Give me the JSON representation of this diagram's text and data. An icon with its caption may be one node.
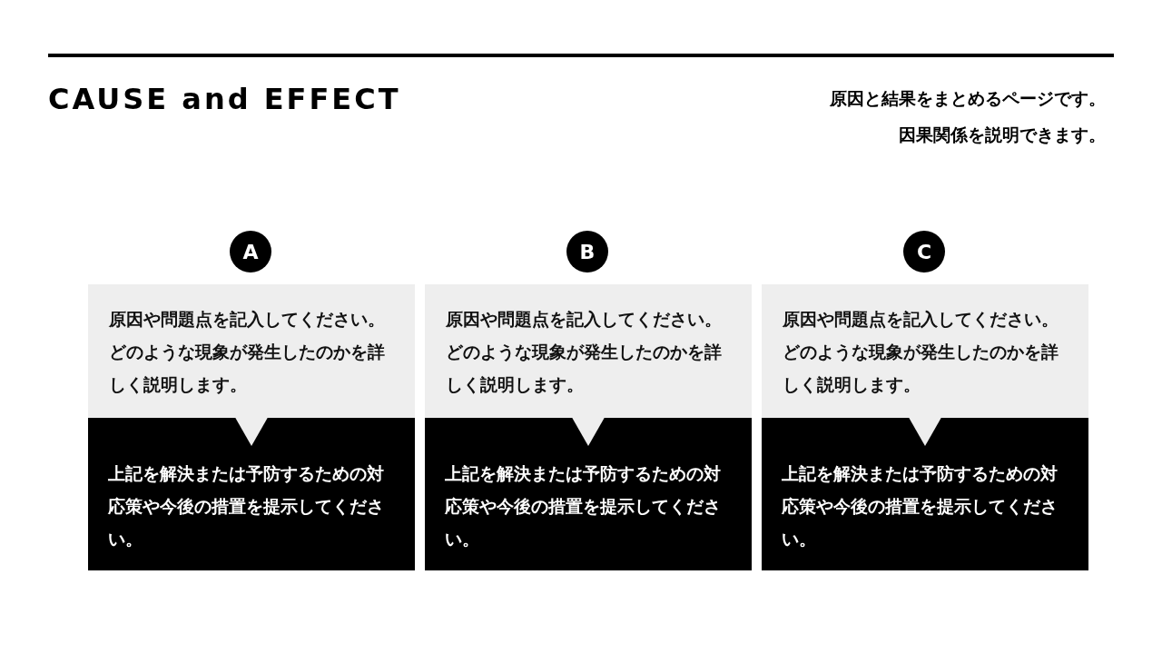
{
  "diagram": {
    "title": "CAUSE and EFFECT",
    "nodes": [
      {
        "text": [
          "A"
        ]
      },
      {
        "text": [
          "原因や問題点を記入してください。どのような現象が発生したのかを詳しく説明します。"
        ]
      },
      {
        "text": [
          "上記を解決または予防するための対応策や今後の措置を提示してください。"
        ]
      },
      {
        "text": [
          "B"
        ]
      },
      {
        "text": [
          "原因や問題点を記入してください。どのような現象が発生したのかを詳しく説明します。"
        ]
      },
      {
        "text": [
          "上記を解決または予防するための対応策や今後の措置を提示してください。"
        ]
      },
      {
        "text": [
          "C"
        ]
      },
      {
        "text": [
          "原因や問題点を記入してください。どのような現象が発生したのかを詳しく説明します。"
        ]
      },
      {
        "text": [
          "上記を解決または予防するための対応策や今後の措置を提示してください。"
        ]
      }
    ],
    "edges": [
      {
        "from": 1,
        "to": 2,
        "arrow": "to"
      },
      {
        "from": 4,
        "to": 5,
        "arrow": "to"
      },
      {
        "from": 7,
        "to": 8,
        "arrow": "to"
      }
    ],
    "labels": [
      "原因と結果をまとめるページです。",
      "因果関係を説明できます。"
    ]
  }
}
